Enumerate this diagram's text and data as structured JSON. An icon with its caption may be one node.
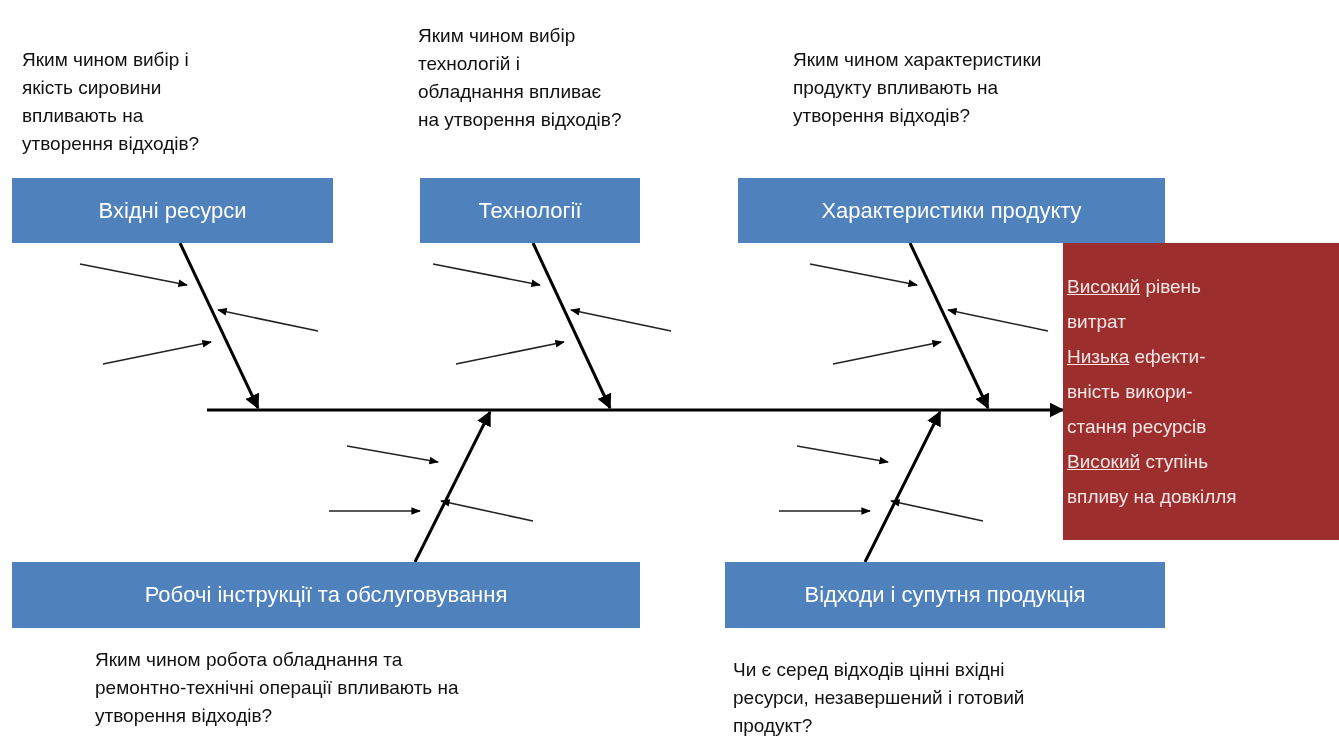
{
  "diagram": {
    "nodes": [
      {
        "text": [
          "Вхідні ресурси"
        ],
        "beside": [
          "Яким чином вибір і якість сировини впливають на утворення відходів?"
        ]
      },
      {
        "text": [
          "Технології"
        ],
        "beside": [
          "Яким чином вибір технологій і обладнання впливає на утворення відходів?"
        ]
      },
      {
        "text": [
          "Характеристики продукту"
        ],
        "beside": [
          "Яким чином характеристики продукту впливають на утворення відходів?"
        ]
      },
      {
        "text": [
          "Робочі інструкції та обслуговування"
        ],
        "beside": [
          "Яким чином робота обладнання та ремонтно-технічні операції впливають на утворення відходів?"
        ]
      },
      {
        "text": [
          "Відходи і супутня продукція"
        ],
        "beside": [
          "Чи є серед відходів цінні вхідні ресурси, незавершений і готовий продукт?"
        ]
      },
      {
        "text": [
          "Високий рівень витрат",
          "Низька ефекти- вність викори- стання ресурсів",
          "Високий ступінь впливу на довкілля"
        ]
      }
    ],
    "edges": [
      {
        "from": null,
        "to": 5,
        "arrow": "to"
      },
      {
        "from": 0,
        "to": null,
        "arrow": "to"
      },
      {
        "from": 1,
        "to": null,
        "arrow": "to"
      },
      {
        "from": 2,
        "to": null,
        "arrow": "to"
      },
      {
        "from": 3,
        "to": null,
        "arrow": "to"
      },
      {
        "from": 4,
        "to": null,
        "arrow": "to"
      }
    ]
  }
}
